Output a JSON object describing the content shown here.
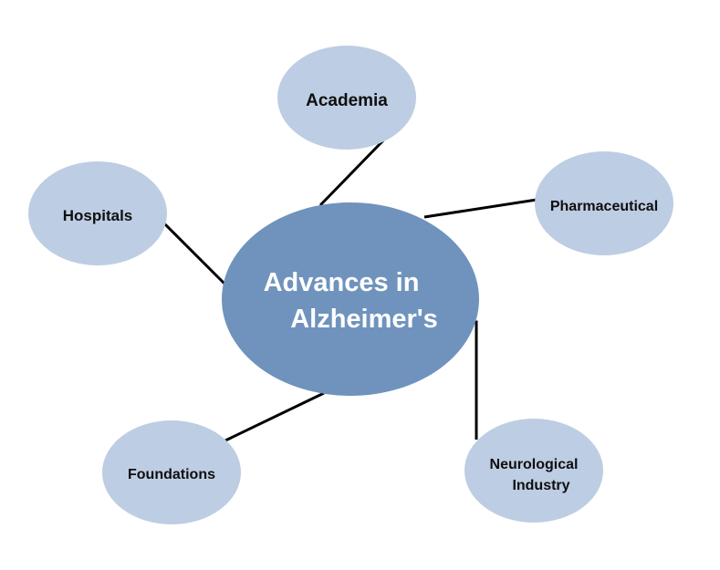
{
  "diagram": {
    "center": {
      "lines": [
        "Advances in",
        "Alzheimer's"
      ],
      "fill": "#6f93bd"
    },
    "satellite_fill": "#bdcde3",
    "connector_color": "#000000",
    "nodes": [
      {
        "id": "academia",
        "lines": [
          "Academia"
        ]
      },
      {
        "id": "pharmaceutical",
        "lines": [
          "Pharmaceutical"
        ]
      },
      {
        "id": "hospitals",
        "lines": [
          "Hospitals"
        ]
      },
      {
        "id": "foundations",
        "lines": [
          "Foundations"
        ]
      },
      {
        "id": "neurological-industry",
        "lines": [
          "Neurological",
          "Industry"
        ]
      }
    ]
  }
}
